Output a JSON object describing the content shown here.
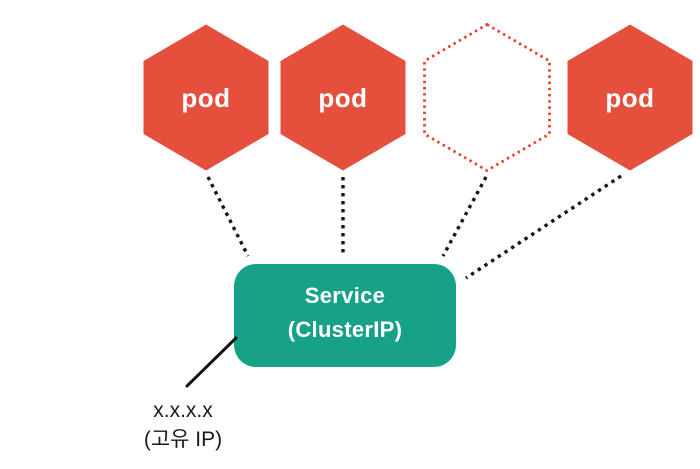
{
  "diagram": {
    "title_hint": "Service ClusterIP load-balancing diagram",
    "pods": [
      {
        "label": "pod",
        "style": "solid"
      },
      {
        "label": "pod",
        "style": "solid"
      },
      {
        "label": "",
        "style": "dotted-outline"
      },
      {
        "label": "pod",
        "style": "solid"
      }
    ],
    "service": {
      "line1": "Service",
      "line2": "(ClusterIP)"
    },
    "ip_label": {
      "line1": "x.x.x.x",
      "line2": "(고유 IP)"
    },
    "colors": {
      "pod_red": "#E5503C",
      "dotted_red": "#E8402F",
      "service_green": "#17A287",
      "line_black": "#141414",
      "text_white": "#ffffff",
      "text_black": "#1a1a1a"
    }
  }
}
